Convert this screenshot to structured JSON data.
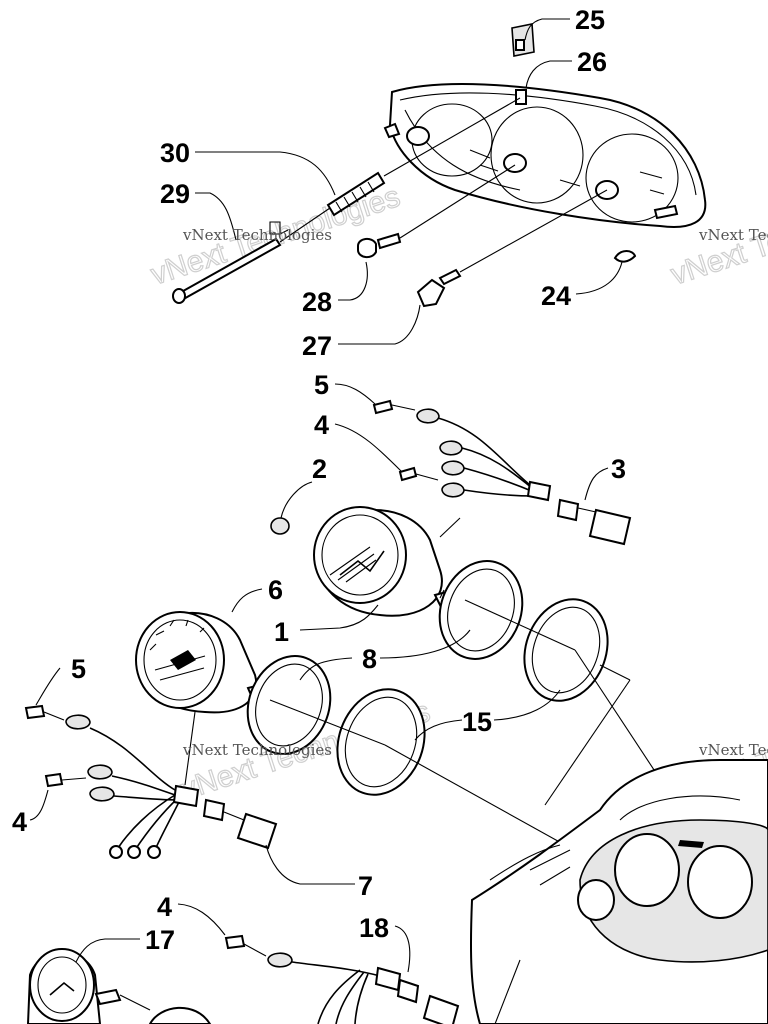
{
  "diagram": {
    "callouts": [
      "25",
      "26",
      "30",
      "29",
      "28",
      "24",
      "27",
      "5",
      "4",
      "2",
      "3",
      "6",
      "1",
      "8",
      "5",
      "15",
      "4",
      "7",
      "4",
      "18",
      "17"
    ],
    "watermarks": [
      {
        "text": "vNext Technologies"
      },
      {
        "text": "vNext Technologies"
      },
      {
        "text": "vNext Technologies"
      },
      {
        "text": "vNext Technologies"
      }
    ],
    "watermark_big": "vNext Technologies"
  }
}
